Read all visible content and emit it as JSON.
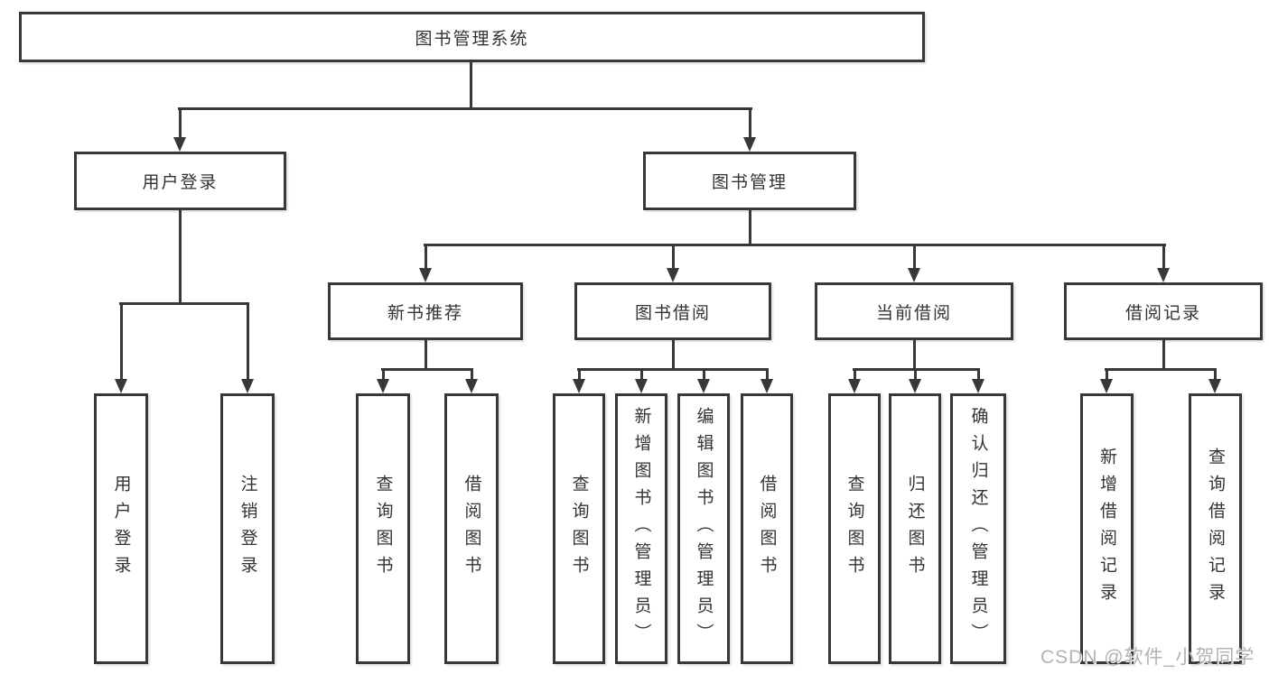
{
  "diagram": {
    "root": "图书管理系统",
    "user_login": {
      "label": "用户登录",
      "children": [
        "用户登录",
        "注销登录"
      ]
    },
    "book_mgmt": {
      "label": "图书管理",
      "new_book": {
        "label": "新书推荐",
        "children": [
          "查询图书",
          "借阅图书"
        ]
      },
      "book_borrow": {
        "label": "图书借阅",
        "children": [
          "查询图书",
          "新增图书（管理员）",
          "编辑图书（管理员）",
          "借阅图书"
        ]
      },
      "current_borrow": {
        "label": "当前借阅",
        "children": [
          "查询图书",
          "归还图书",
          "确认归还（管理员）"
        ]
      },
      "borrow_records": {
        "label": "借阅记录",
        "children": [
          "新增借阅记录",
          "查询借阅记录"
        ]
      }
    }
  },
  "watermark": "CSDN @软件_小贺同学",
  "colors": {
    "line": "#383838",
    "text": "#333333",
    "background": "#ffffff",
    "watermark": "#b3b3b3"
  }
}
